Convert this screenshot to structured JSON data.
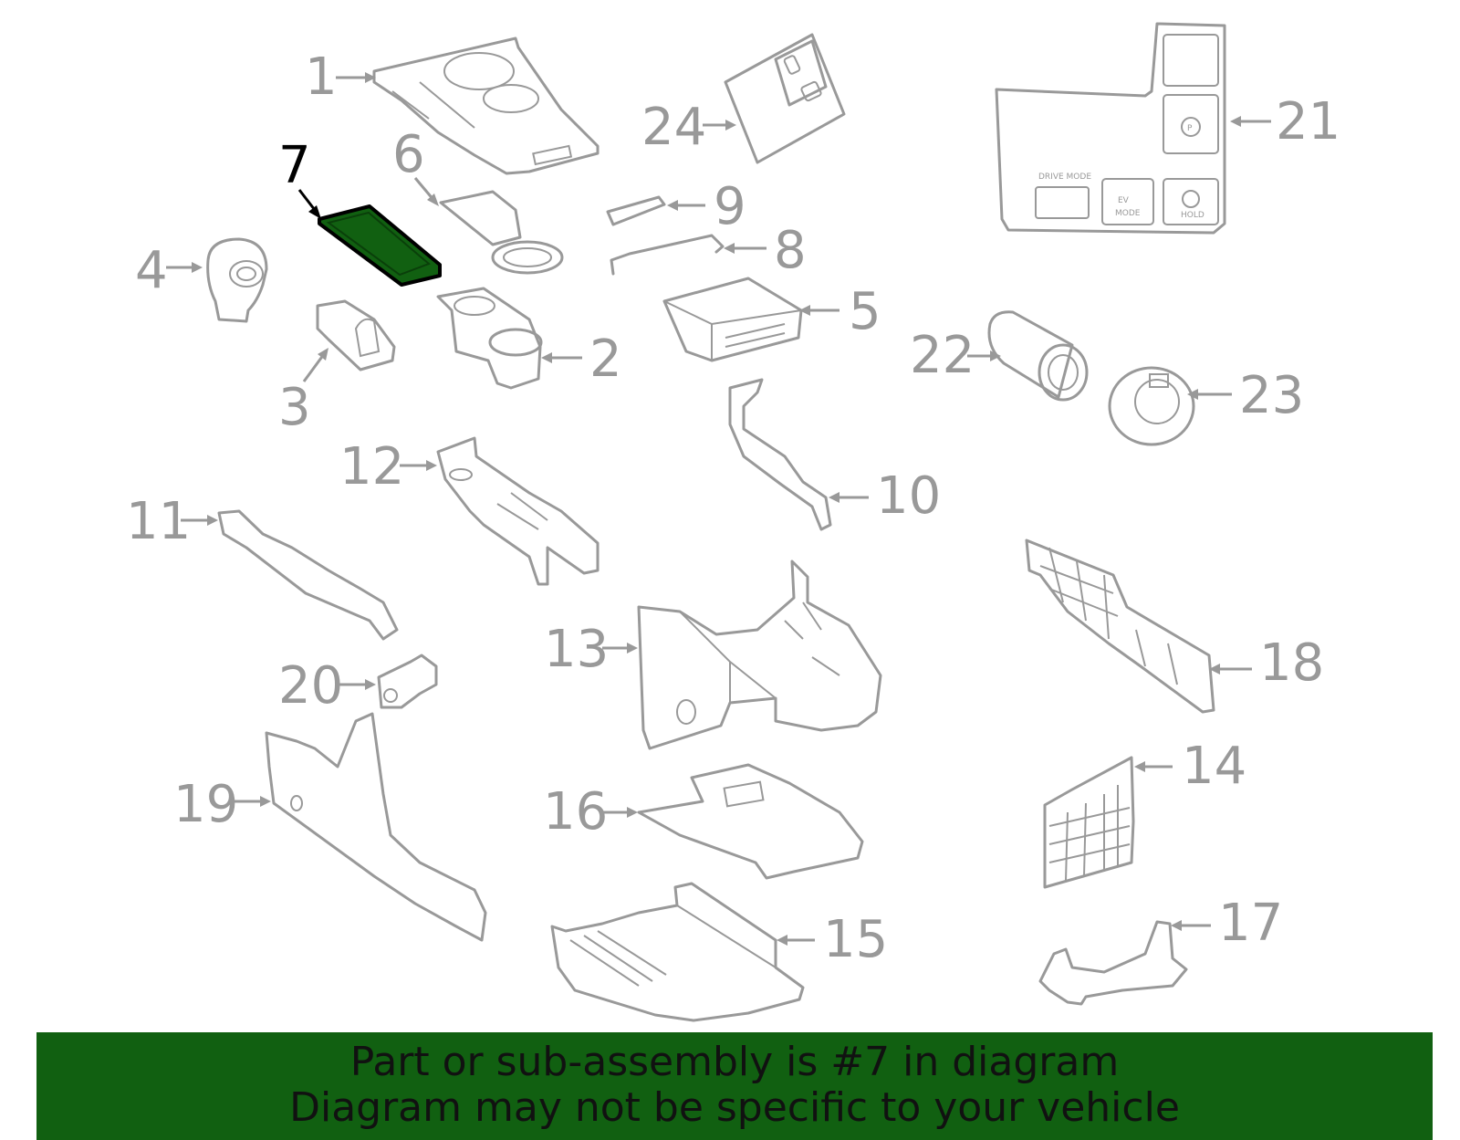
{
  "highlight_color": "#116011",
  "highlighted_part": "7",
  "callouts": [
    "1",
    "2",
    "3",
    "4",
    "5",
    "6",
    "7",
    "8",
    "9",
    "10",
    "11",
    "12",
    "13",
    "14",
    "15",
    "16",
    "17",
    "18",
    "19",
    "20",
    "21",
    "22",
    "23",
    "24"
  ],
  "panel_labels": {
    "drive_mode": "DRIVE MODE",
    "ev": "EV",
    "mode": "MODE",
    "hold": "HOLD",
    "park": "P"
  },
  "footer": {
    "line1": "Part or sub-assembly is #7 in diagram",
    "line2": "Diagram may not be specific to your vehicle"
  }
}
